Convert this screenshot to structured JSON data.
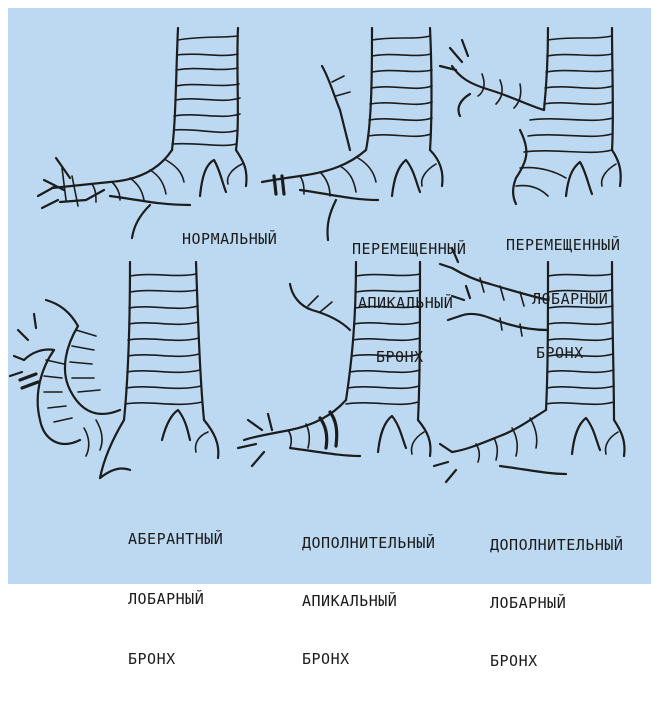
{
  "labels": {
    "normal": "Нормальный",
    "displaced_apical": [
      "Перемещенный",
      "апикальный",
      "бронх"
    ],
    "displaced_lobar": [
      "Перемещенный",
      "лобарный",
      "бронх"
    ],
    "aberrant_lobar": [
      "Аберантный",
      "лобарный",
      "бронх"
    ],
    "accessory_apical": [
      "Дополнительный",
      "апикальный",
      "бронх"
    ],
    "accessory_lobar": [
      "Дополнительный",
      "лобарный",
      "бронх"
    ]
  },
  "colors": {
    "background": "#bcd9f1",
    "ink": "#1c1c1c"
  }
}
